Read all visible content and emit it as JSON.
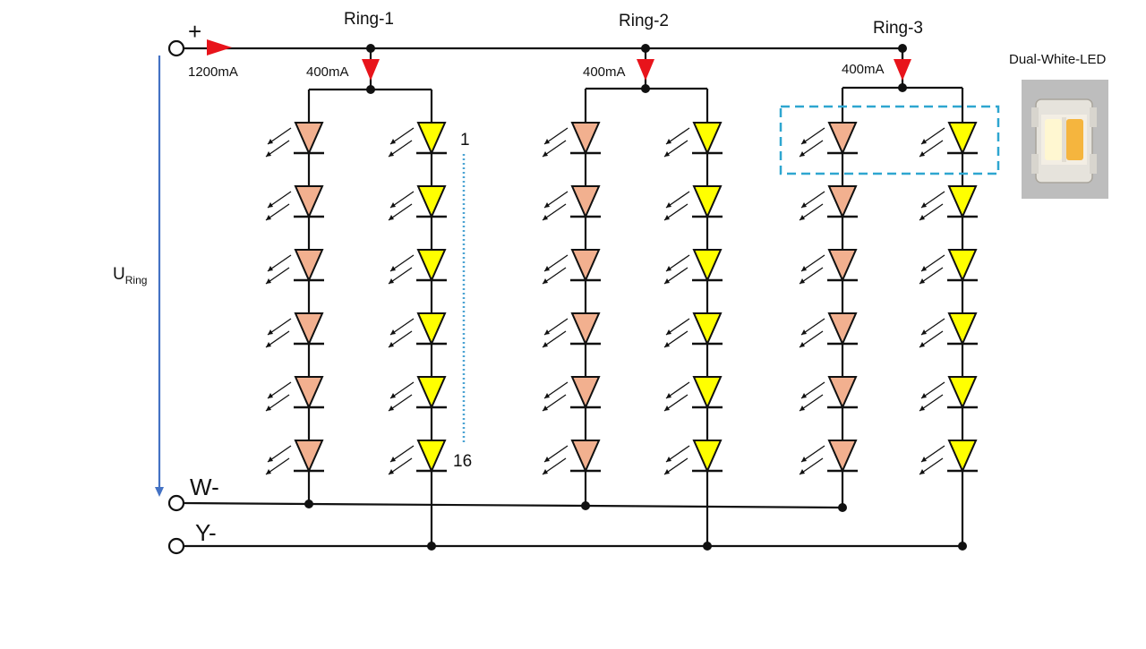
{
  "terminals": {
    "plus": "+",
    "w_minus": "W-",
    "y_minus": "Y-"
  },
  "supply_current": "1200mA",
  "voltage_label": {
    "main": "U",
    "subscript": "Ring"
  },
  "rings": [
    {
      "name": "Ring-1",
      "current": "400mA"
    },
    {
      "name": "Ring-2",
      "current": "400mA"
    },
    {
      "name": "Ring-3",
      "current": "400mA"
    }
  ],
  "led_count_labels": {
    "first": "1",
    "last": "16"
  },
  "leds_drawn_per_string": 6,
  "component_label": "Dual-White-LED",
  "colors": {
    "wire": "#111111",
    "warm_led": "#F2B08F",
    "cool_led": "#FFFF00",
    "current_arrow": "#E8141B",
    "voltage_arrow": "#4472C4",
    "highlight_box": "#2EA6D0",
    "count_dots": "#4AA3D3"
  }
}
